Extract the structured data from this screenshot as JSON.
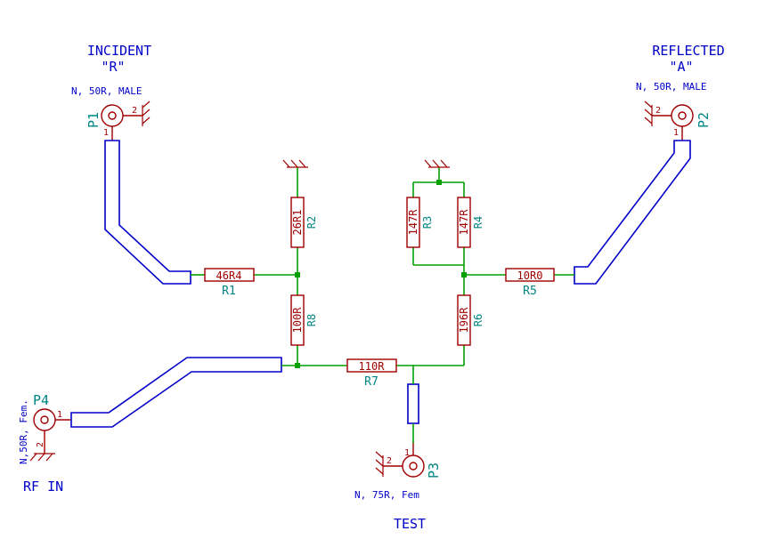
{
  "labels": {
    "incident": "INCIDENT",
    "incident_sub": "\"R\"",
    "reflected": "REFLECTED",
    "reflected_sub": "\"A\"",
    "rf_in": "RF IN",
    "test": "TEST"
  },
  "connectors": {
    "p1": {
      "ref": "P1",
      "spec": "N, 50R, MALE",
      "pin1": "1",
      "pin2": "2"
    },
    "p2": {
      "ref": "P2",
      "spec": "N, 50R, MALE",
      "pin1": "1",
      "pin2": "2"
    },
    "p3": {
      "ref": "P3",
      "spec": "N, 75R, Fem",
      "pin1": "1",
      "pin2": "2"
    },
    "p4": {
      "ref": "P4",
      "spec": "N,50R, Fem.",
      "pin1": "1",
      "pin2": "2"
    }
  },
  "resistors": {
    "r1": {
      "ref": "R1",
      "value": "46R4"
    },
    "r2": {
      "ref": "R2",
      "value": "26R1"
    },
    "r3": {
      "ref": "R3",
      "value": "147R"
    },
    "r4": {
      "ref": "R4",
      "value": "147R"
    },
    "r5": {
      "ref": "R5",
      "value": "10R0"
    },
    "r6": {
      "ref": "R6",
      "value": "196R"
    },
    "r7": {
      "ref": "R7",
      "value": "110R"
    },
    "r8": {
      "ref": "R8",
      "value": "100R"
    }
  },
  "colors": {
    "wire": "#00a000",
    "component": "#a00000",
    "microstrip": "#0000c8",
    "reference_text": "#008484",
    "title_text": "#0000c8"
  }
}
